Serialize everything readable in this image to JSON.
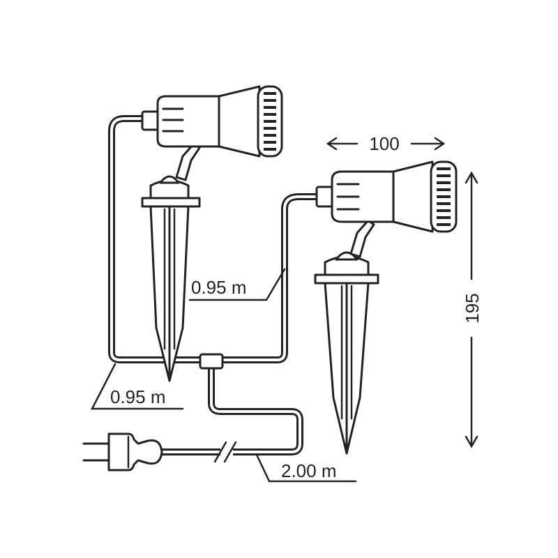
{
  "dimensions": {
    "width_label": "100",
    "height_label": "195",
    "cable_upper_label": "0.95 m",
    "cable_lower_label": "0.95 m",
    "cable_plug_label": "2.00 m"
  },
  "colors": {
    "line": "#222222",
    "background": "#ffffff"
  }
}
